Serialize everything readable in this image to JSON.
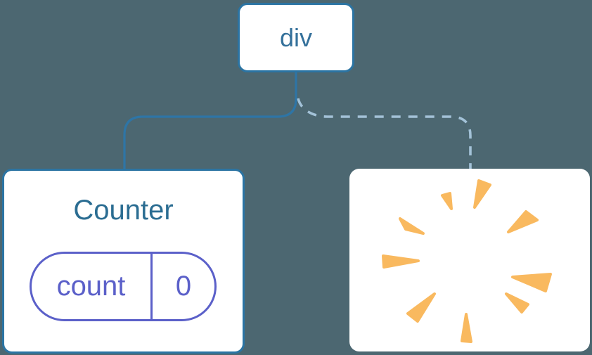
{
  "diagram": {
    "root_node": {
      "label": "div"
    },
    "counter_node": {
      "title": "Counter",
      "state_pill": {
        "name": "count",
        "value": "0"
      }
    },
    "removed_node": {
      "icon": "poof-starburst-icon"
    }
  },
  "colors": {
    "background": "#4C6771",
    "node_fill": "#FFFFFF",
    "node_border": "#2B74A3",
    "root_label_text": "#35719B",
    "counter_title_text": "#2B6D92",
    "state_pill": "#5B60C9",
    "solid_edge": "#2E75A6",
    "dashed_edge": "#A3C2D8",
    "burst": "#F9B95F"
  }
}
